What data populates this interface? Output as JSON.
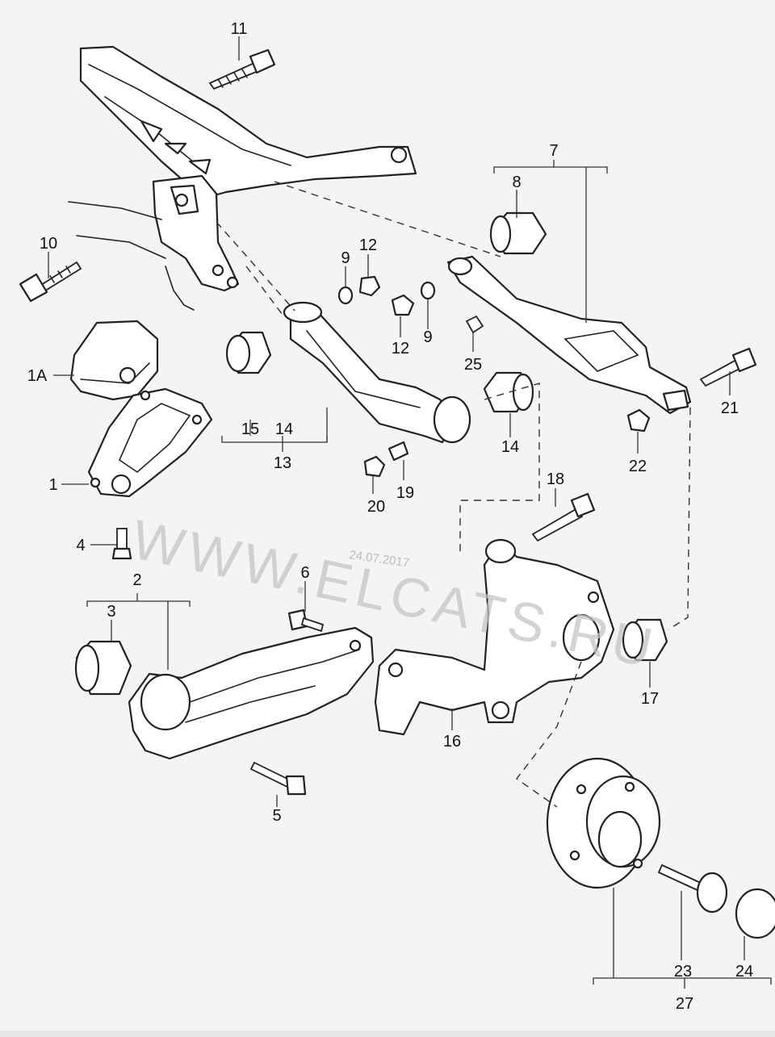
{
  "diagram": {
    "callouts": {
      "c1": "1",
      "c1a": "1A",
      "c2": "2",
      "c3": "3",
      "c4": "4",
      "c5": "5",
      "c6": "6",
      "c7": "7",
      "c8": "8",
      "c9a": "9",
      "c9b": "9",
      "c10": "10",
      "c11": "11",
      "c12a": "12",
      "c12b": "12",
      "c13": "13",
      "c14a": "14",
      "c14b": "14",
      "c15": "15",
      "c16": "16",
      "c17": "17",
      "c18": "18",
      "c19": "19",
      "c20": "20",
      "c21": "21",
      "c22": "22",
      "c23": "23",
      "c24": "24",
      "c25": "25",
      "c27": "27"
    },
    "watermark": "WWW.ELCATS.RU",
    "date_stamp": "24.07.2017"
  }
}
